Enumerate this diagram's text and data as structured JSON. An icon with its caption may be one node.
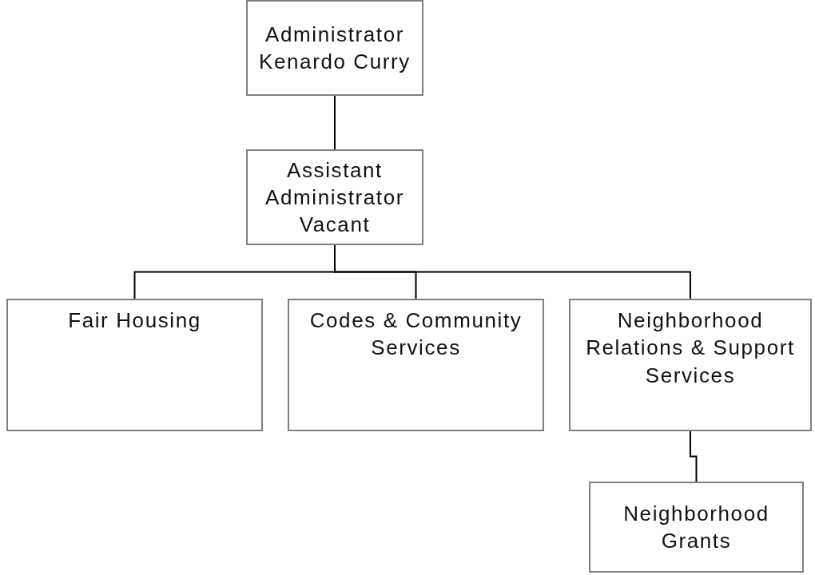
{
  "diagram": {
    "nodes": [
      {
        "text": [
          "Administrator",
          "Kenardo Curry"
        ]
      },
      {
        "text": [
          "Assistant Administrator",
          "Vacant"
        ]
      },
      {
        "text": [
          "Fair Housing"
        ]
      },
      {
        "text": [
          "Codes & Community Services"
        ]
      },
      {
        "text": [
          "Neighborhood Relations & Support Services"
        ]
      },
      {
        "text": [
          "Neighborhood Grants"
        ]
      }
    ],
    "edges": [
      {
        "from": 0,
        "to": 1,
        "arrow": "none"
      },
      {
        "from": 1,
        "to": 2,
        "arrow": "none"
      },
      {
        "from": 1,
        "to": 3,
        "arrow": "none"
      },
      {
        "from": 1,
        "to": 4,
        "arrow": "none"
      },
      {
        "from": 4,
        "to": 5,
        "arrow": "none"
      }
    ]
  }
}
